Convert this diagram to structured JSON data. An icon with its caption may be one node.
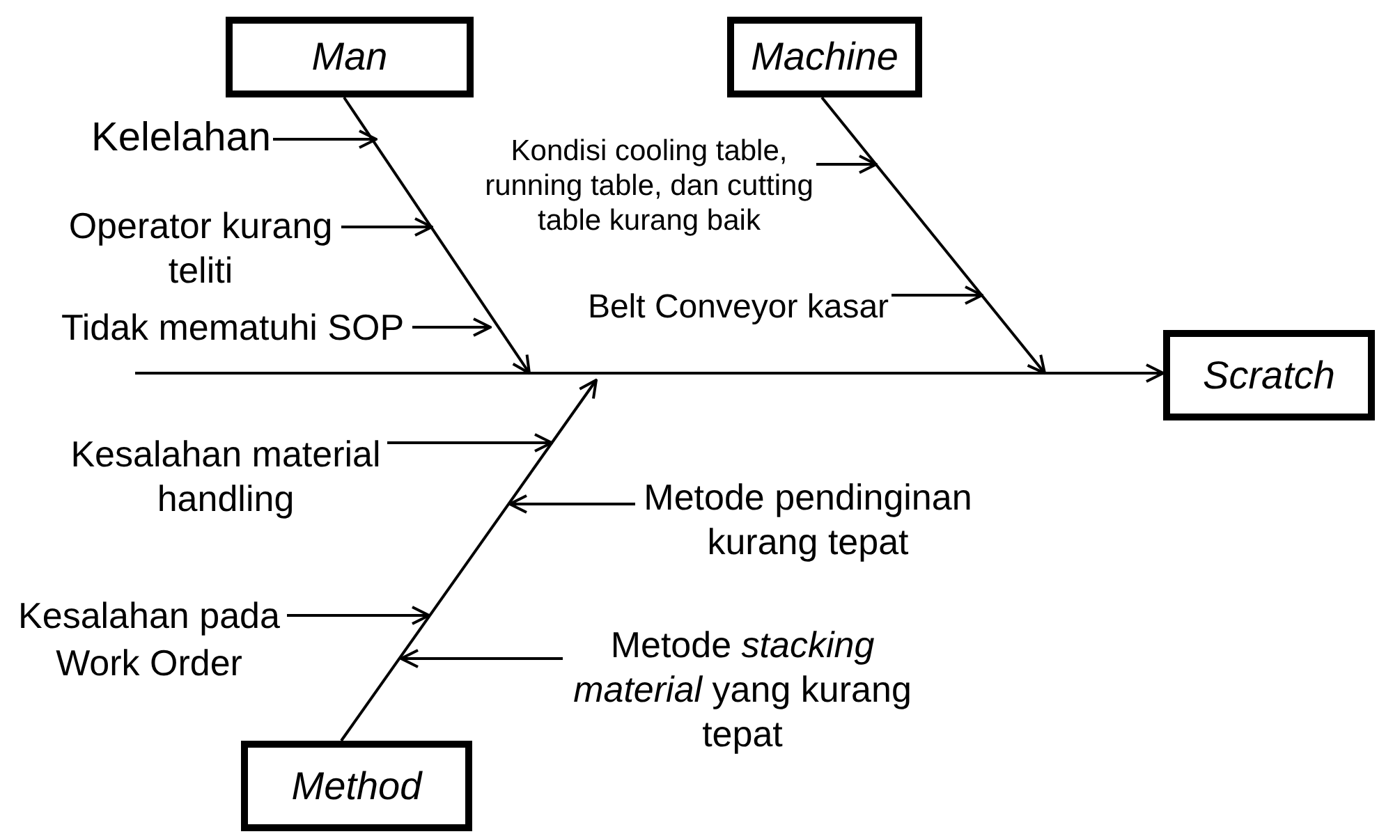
{
  "diagram": {
    "nodes": [
      {
        "text": [
          "Man"
        ]
      },
      {
        "text": [
          "Machine"
        ]
      },
      {
        "text": [
          "Scratch"
        ]
      },
      {
        "text": [
          "Method"
        ]
      },
      {
        "text": [
          "Kelelahan"
        ]
      },
      {
        "text": [
          "Operator kurang teliti"
        ]
      },
      {
        "text": [
          "Tidak mematuhi SOP"
        ]
      },
      {
        "text": [
          "Kondisi cooling table, running table, dan cutting table kurang baik"
        ]
      },
      {
        "text": [
          "Belt Conveyor kasar"
        ]
      },
      {
        "text": [
          "Kesalahan material handling"
        ]
      },
      {
        "text": [
          "Metode pendinginan kurang tepat"
        ]
      },
      {
        "text": [
          "Kesalahan pada Work Order"
        ]
      },
      {
        "text": [
          "Metode *stacking material* yang kurang tepat"
        ]
      }
    ],
    "edges": [
      {
        "from": null,
        "to": 2,
        "arrow": "to"
      },
      {
        "from": 0,
        "to": null,
        "arrow": "to"
      },
      {
        "from": 1,
        "to": null,
        "arrow": "to"
      },
      {
        "from": 3,
        "to": null,
        "arrow": "to"
      },
      {
        "from": 4,
        "to": null,
        "arrow": "to"
      },
      {
        "from": 5,
        "to": null,
        "arrow": "to"
      },
      {
        "from": 6,
        "to": null,
        "arrow": "to"
      },
      {
        "from": 7,
        "to": null,
        "arrow": "to"
      },
      {
        "from": 8,
        "to": null,
        "arrow": "to"
      },
      {
        "from": 9,
        "to": null,
        "arrow": "to"
      },
      {
        "from": 10,
        "to": null,
        "arrow": "to"
      },
      {
        "from": 11,
        "to": null,
        "arrow": "to"
      },
      {
        "from": 12,
        "to": null,
        "arrow": "to"
      }
    ]
  }
}
